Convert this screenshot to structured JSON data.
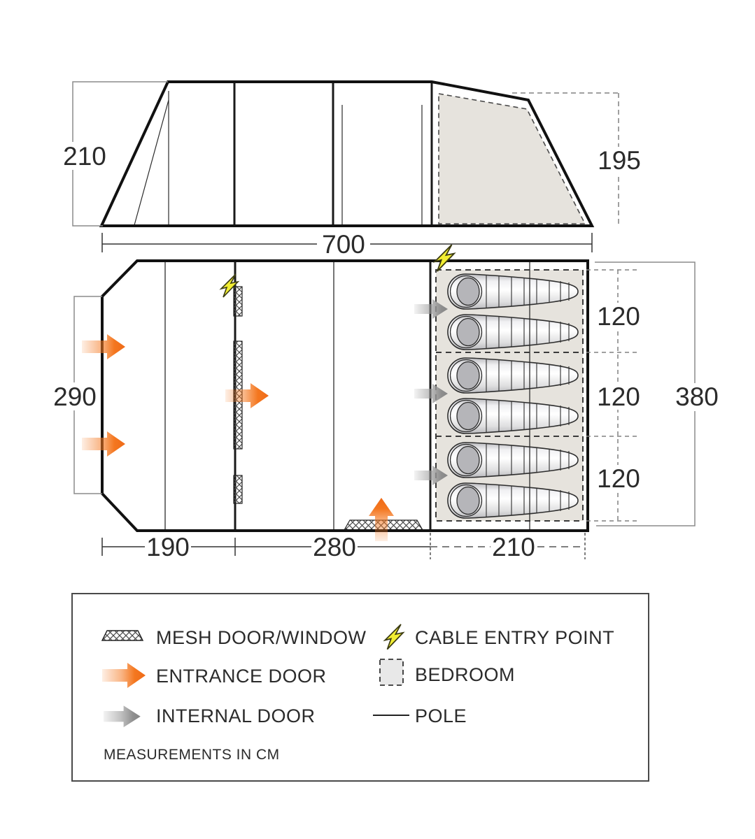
{
  "dims": {
    "side_height": "210",
    "bedroom_height": "195",
    "total_width": "700",
    "front_width": "290",
    "bedroom_depth": "380",
    "bedroom_sections": [
      "120",
      "120",
      "120"
    ],
    "floor_sections": [
      "190",
      "280",
      "210"
    ]
  },
  "legend": {
    "mesh": "MESH DOOR/WINDOW",
    "cable": "CABLE ENTRY POINT",
    "entrance": "ENTRANCE DOOR",
    "bedroom": "BEDROOM",
    "internal": "INTERNAL DOOR",
    "pole": "POLE",
    "note": "MEASUREMENTS IN CM"
  },
  "colors": {
    "entrance_arrow": "#f4771f",
    "internal_arrow": "#9b9b9b",
    "cable_bolt": "#f2ee33",
    "bedroom_fill": "#e6e3dd",
    "line": "#1a1a1a"
  }
}
